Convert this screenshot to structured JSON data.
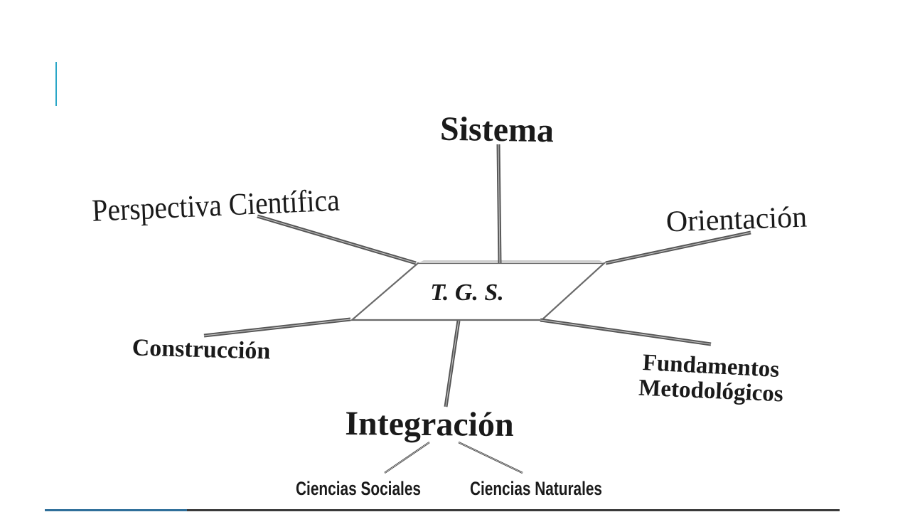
{
  "colors": {
    "accent": "#2aa6c7",
    "bottom_accent": "#2f6f9a",
    "ink": "#1a1a1a",
    "line": "#555555"
  },
  "diagram": {
    "center": "T.  G.  S.",
    "nodes": {
      "sistema": "Sistema",
      "perspectiva": "Perspectiva Científica",
      "orientacion": "Orientación",
      "construccion": "Construcción",
      "fundamentos_1": "Fundamentos",
      "fundamentos_2": "Metodológicos",
      "integracion": "Integración",
      "sociales": "Ciencias Sociales",
      "naturales": "Ciencias Naturales"
    }
  }
}
